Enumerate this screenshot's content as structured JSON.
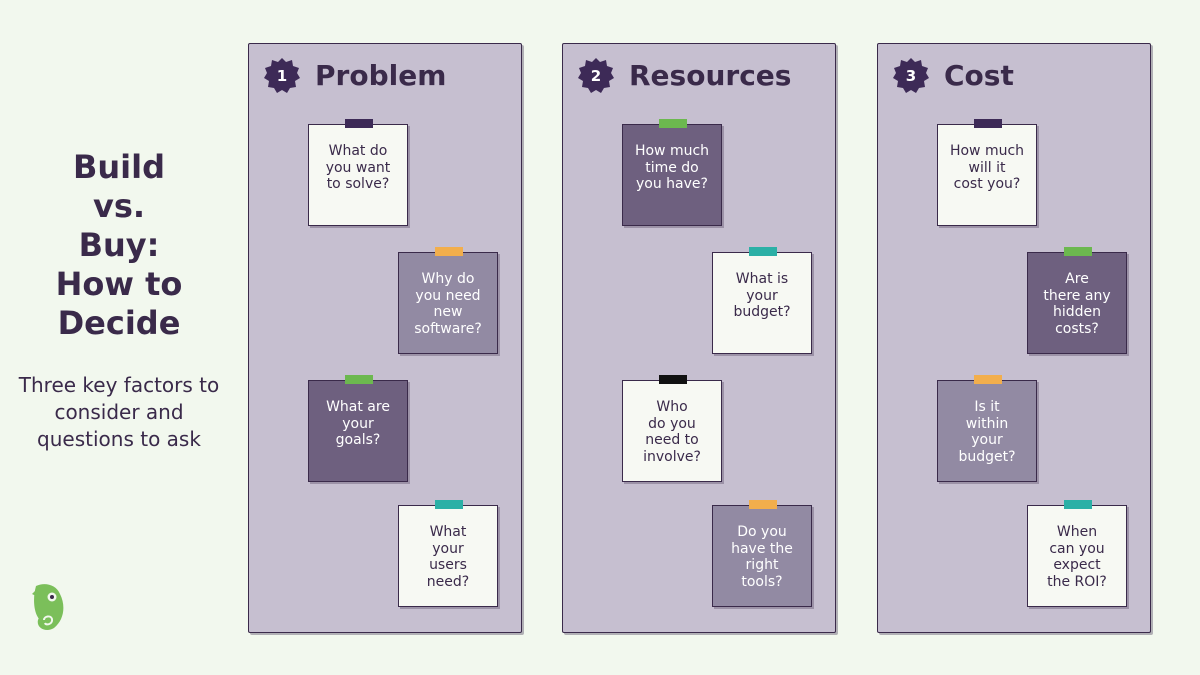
{
  "intro": {
    "title": "Build\nvs.\nBuy:\nHow to\nDecide",
    "subtitle": "Three key factors to consider and questions to ask"
  },
  "icons": {
    "logo": "chameleon-logo-icon",
    "badge": "scalloped-badge-icon"
  },
  "colors": {
    "background": "#f2f8ee",
    "column": "#c6bfd0",
    "ink": "#3a2a4a",
    "note_white": "#f7f9f3",
    "note_dark": "#6e607f",
    "note_mid": "#928aa3",
    "logo_green": "#7bbf5a"
  },
  "columns": [
    {
      "number": "1",
      "title": "Problem",
      "notes": [
        {
          "text": "What do\nyou want\nto solve?",
          "style": "white",
          "tape": "navy"
        },
        {
          "text": "Why do\nyou need\nnew\nsoftware?",
          "style": "mid",
          "tape": "orange"
        },
        {
          "text": "What are\nyour\ngoals?",
          "style": "dark",
          "tape": "green"
        },
        {
          "text": "What\nyour\nusers\nneed?",
          "style": "white",
          "tape": "teal"
        }
      ]
    },
    {
      "number": "2",
      "title": "Resources",
      "notes": [
        {
          "text": "How much\ntime do\nyou have?",
          "style": "dark",
          "tape": "green"
        },
        {
          "text": "What is\nyour\nbudget?",
          "style": "white",
          "tape": "teal"
        },
        {
          "text": "Who\ndo you\nneed to\ninvolve?",
          "style": "white",
          "tape": "black"
        },
        {
          "text": "Do you\nhave the\nright\ntools?",
          "style": "mid",
          "tape": "orange"
        }
      ]
    },
    {
      "number": "3",
      "title": "Cost",
      "notes": [
        {
          "text": "How much\nwill it\ncost you?",
          "style": "white",
          "tape": "navy"
        },
        {
          "text": "Are\nthere any\nhidden\ncosts?",
          "style": "dark",
          "tape": "green"
        },
        {
          "text": "Is it\nwithin\nyour\nbudget?",
          "style": "mid",
          "tape": "orange"
        },
        {
          "text": "When\ncan you\nexpect\nthe ROI?",
          "style": "white",
          "tape": "teal"
        }
      ]
    }
  ]
}
